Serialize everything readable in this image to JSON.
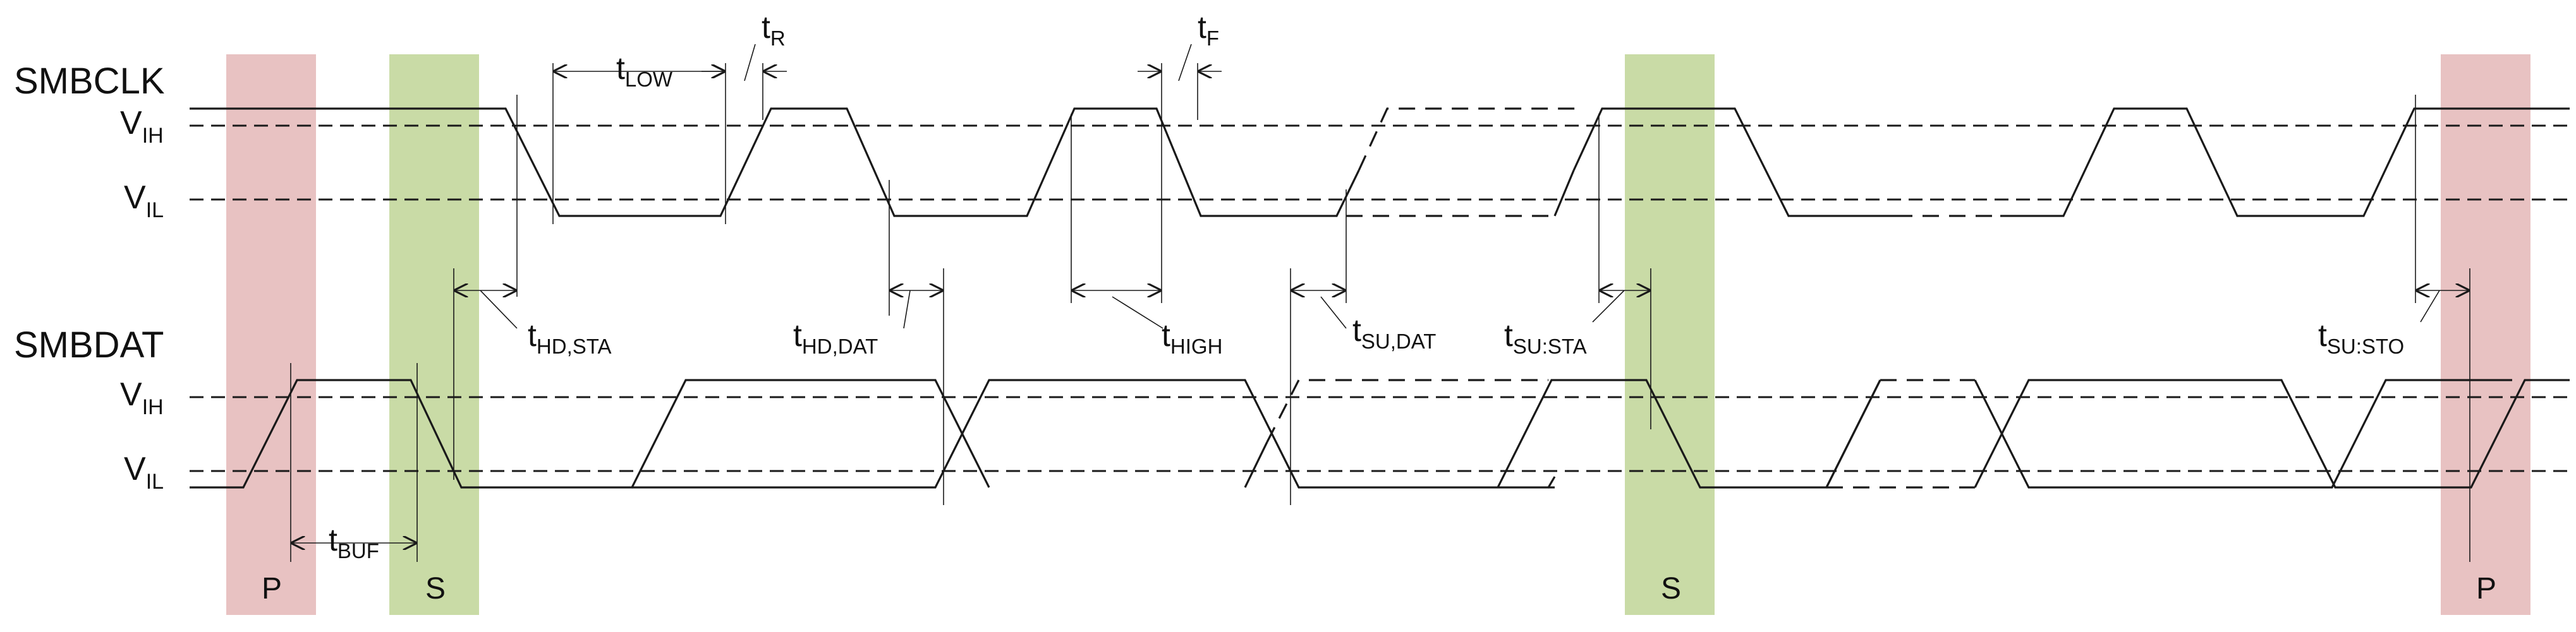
{
  "signals": {
    "clock": "SMBCLK",
    "data": "SMBDAT"
  },
  "levels": {
    "vih_main": "V",
    "vih_sub": "IH",
    "vil_main": "V",
    "vil_sub": "IL"
  },
  "conditions": {
    "stop": "P",
    "start": "S",
    "repeated_start": "S",
    "stop_end": "P"
  },
  "timing_labels": {
    "t_low": {
      "main": "t",
      "sub": "LOW"
    },
    "t_r": {
      "main": "t",
      "sub": "R"
    },
    "t_f": {
      "main": "t",
      "sub": "F"
    },
    "t_hd_sta": {
      "main": "t",
      "sub": "HD,STA"
    },
    "t_hd_dat": {
      "main": "t",
      "sub": "HD,DAT"
    },
    "t_high": {
      "main": "t",
      "sub": "HIGH"
    },
    "t_su_dat": {
      "main": "t",
      "sub": "SU,DAT"
    },
    "t_su_sta": {
      "main": "t",
      "sub": "SU:STA"
    },
    "t_su_sto": {
      "main": "t",
      "sub": "SU:STO"
    },
    "t_buf": {
      "main": "t",
      "sub": "BUF"
    }
  },
  "colors": {
    "stop_region": "#e8c2c2",
    "start_region": "#c9dba6",
    "line": "#1a1a1a"
  }
}
